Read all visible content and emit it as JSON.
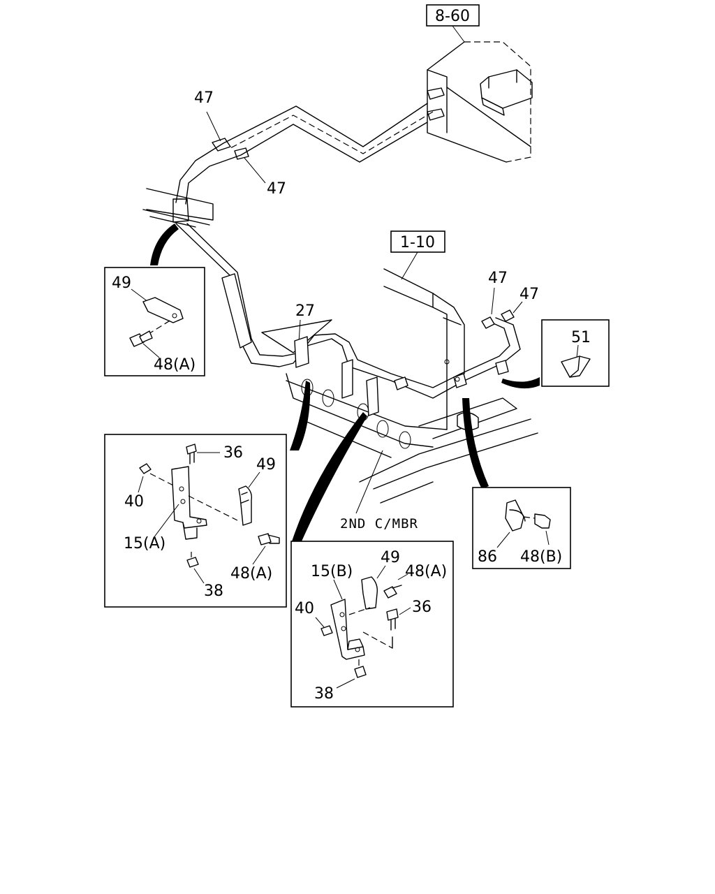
{
  "refs": {
    "r860": "8-60",
    "r110": "1-10"
  },
  "callouts": {
    "c47a": "47",
    "c47b": "47",
    "c47c": "47",
    "c47d": "47",
    "c27": "27",
    "c2nd": "2ND C/MBR"
  },
  "inset1": {
    "p49": "49",
    "p48a": "48(A)"
  },
  "inset2": {
    "p51": "51"
  },
  "inset3": {
    "p36": "36",
    "p49": "49",
    "p40": "40",
    "p15a": "15(A)",
    "p48a": "48(A)",
    "p38": "38"
  },
  "inset4": {
    "p15b": "15(B)",
    "p49": "49",
    "p48a": "48(A)",
    "p40": "40",
    "p36": "36",
    "p38": "38"
  },
  "inset5": {
    "p86": "86",
    "p48b": "48(B)"
  }
}
